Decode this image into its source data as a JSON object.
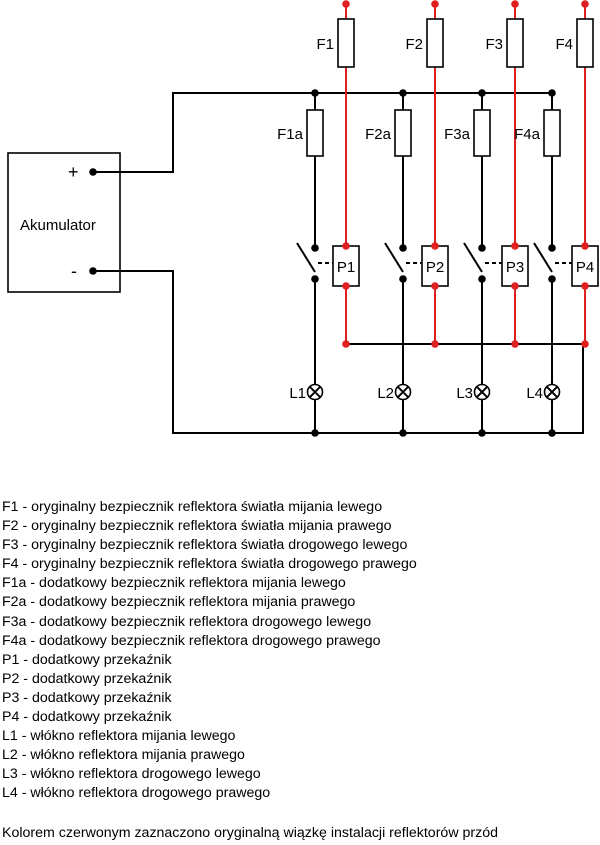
{
  "diagram": {
    "battery_label": "Akumulator",
    "battery_plus": "+",
    "battery_minus": "-",
    "fuses_original": [
      "F1",
      "F2",
      "F3",
      "F4"
    ],
    "fuses_additional": [
      "F1a",
      "F2a",
      "F3a",
      "F4a"
    ],
    "relays": [
      "P1",
      "P2",
      "P3",
      "P4"
    ],
    "lamps": [
      "L1",
      "L2",
      "L3",
      "L4"
    ],
    "colors": {
      "original_harness": "#e02020",
      "added_wiring": "#000000"
    }
  },
  "legend": [
    "F1 - oryginalny bezpiecznik reflektora światła mijania lewego",
    "F2 - oryginalny bezpiecznik reflektora światła mijania prawego",
    "F3 - oryginalny bezpiecznik reflektora światła drogowego lewego",
    "F4 - oryginalny bezpiecznik reflektora światła drogowego prawego",
    "F1a - dodatkowy bezpiecznik reflektora mijania lewego",
    "F2a - dodatkowy bezpiecznik reflektora mijania prawego",
    "F3a - dodatkowy bezpiecznik reflektora drogowego lewego",
    "F4a - dodatkowy bezpiecznik reflektora drogowego prawego",
    "P1 - dodatkowy przekaźnik",
    "P2 - dodatkowy przekaźnik",
    "P3 - dodatkowy przekaźnik",
    "P4 - dodatkowy przekaźnik",
    "L1 - włókno reflektora mijania lewego",
    "L2 - włókno reflektora mijania prawego",
    "L3 - włókno reflektora drogowego lewego",
    "L4 - włókno reflektora drogowego prawego"
  ],
  "note": "Kolorem czerwonym zaznaczono oryginalną wiązkę instalacji reflektorów przód"
}
